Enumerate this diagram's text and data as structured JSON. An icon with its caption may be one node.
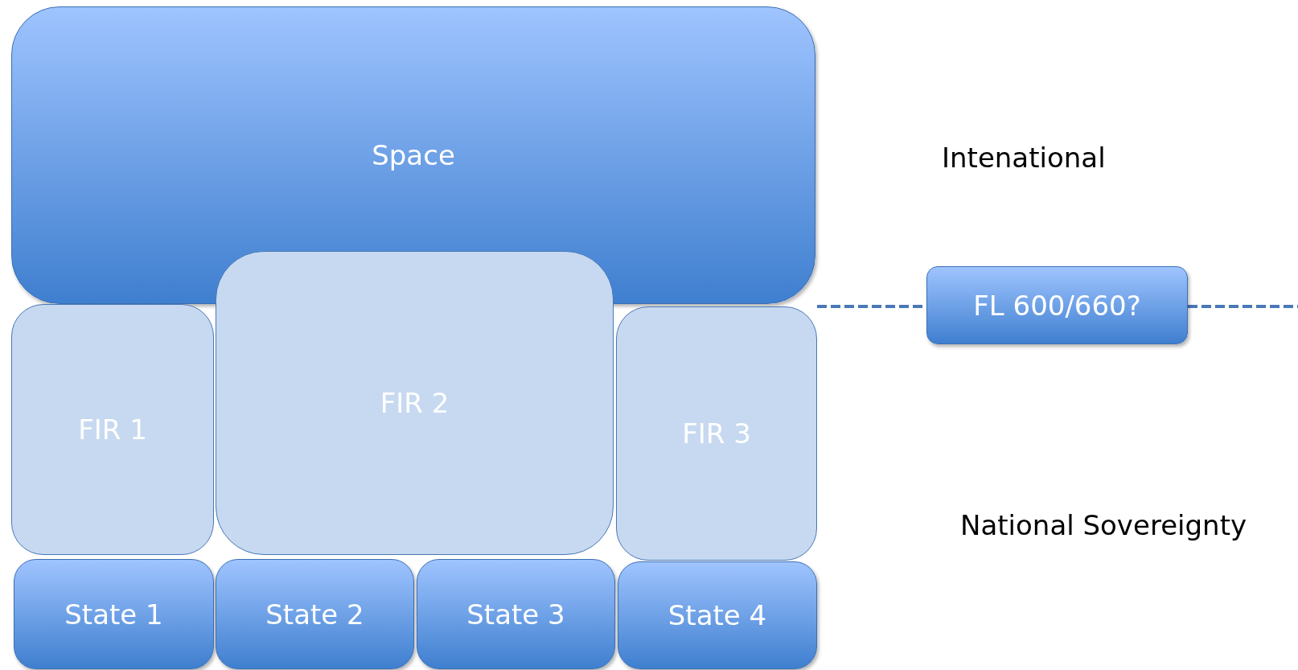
{
  "diagram": {
    "nodes": [
      {
        "text": [
          "Space"
        ]
      },
      {
        "text": [
          "FIR 1"
        ]
      },
      {
        "text": [
          "FIR 2"
        ]
      },
      {
        "text": [
          "FIR 3"
        ]
      },
      {
        "text": [
          "State 1"
        ]
      },
      {
        "text": [
          "State 2"
        ]
      },
      {
        "text": [
          "State 3"
        ]
      },
      {
        "text": [
          "State 4"
        ]
      },
      {
        "text": [
          "FL 600/660?"
        ]
      }
    ],
    "edges": [
      {
        "from": 3,
        "to": 8,
        "arrow": "none",
        "style": "dashed"
      },
      {
        "from": 8,
        "to": null,
        "arrow": "none",
        "style": "dashed"
      }
    ],
    "labels": [
      "Intenational",
      "National Sovereignty"
    ]
  }
}
